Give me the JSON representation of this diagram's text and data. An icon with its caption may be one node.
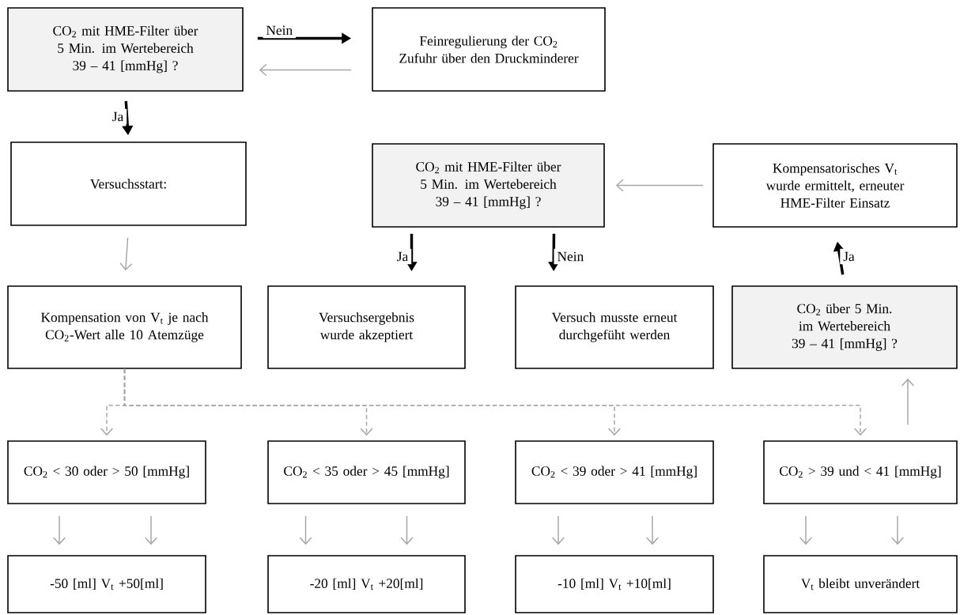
{
  "diagram": {
    "nodes": [
      {
        "text": [
          "CO$_{2}$ mit HME-Filter über 5 Min. im Wertebereich 39 – 41 [mmHg] ?"
        ]
      },
      {
        "text": [
          "Feinregulierung der CO$_{2}$ Zufuhr über den Druckminderer"
        ]
      },
      {
        "text": [
          "Versuchsstart:"
        ]
      },
      {
        "text": [
          "CO$_{2}$ mit HME-Filter über 5 Min. im Wertebereich 39 – 41 [mmHg] ?"
        ]
      },
      {
        "text": [
          "Kompensatorisches V$_{t}$ wurde ermittelt, erneuter HME-Filter Einsatz"
        ]
      },
      {
        "text": [
          "Kompensation von V$_{t}$ je nach CO$_{2}$-Wert alle 10 Atemzüge"
        ]
      },
      {
        "text": [
          "Versuchsergebnis wurde akzeptiert"
        ]
      },
      {
        "text": [
          "Versuch musste erneut durchgefüht werden"
        ]
      },
      {
        "text": [
          "CO$_{2}$ über 5 Min. im Wertebereich 39 – 41 [mmHg] ?"
        ]
      },
      {
        "text": [
          "CO$_{2}$ < 30 oder > 50 [mmHg]"
        ]
      },
      {
        "text": [
          "CO$_{2}$ < 35 oder > 45 [mmHg]"
        ]
      },
      {
        "text": [
          "CO$_{2}$ < 39 oder > 41 [mmHg]"
        ]
      },
      {
        "text": [
          "CO$_{2}$  > 39 und < 41 [mmHg]"
        ]
      },
      {
        "text": [
          "-50 [ml]  V$_{t}$  +50[ml]"
        ]
      },
      {
        "text": [
          "-20 [ml]  V$_{t}$  +20[ml]"
        ]
      },
      {
        "text": [
          "-10 [ml]  V$_{t}$  +10[ml]"
        ]
      },
      {
        "text": [
          "V$_{t}$ bleibt unverändert"
        ]
      }
    ],
    "edges": [
      {
        "from": 0,
        "to": 1,
        "arrow": "to",
        "label": "Nein",
        "style": "thick",
        "color": "#000000"
      },
      {
        "from": 1,
        "to": 0,
        "arrow": "to"
      },
      {
        "from": 0,
        "to": 2,
        "arrow": "to",
        "label": "Ja",
        "style": "thick",
        "color": "#000000"
      },
      {
        "from": 2,
        "to": 5,
        "arrow": "to"
      },
      {
        "from": 4,
        "to": 3,
        "arrow": "to"
      },
      {
        "from": 3,
        "to": 6,
        "arrow": "to",
        "label": "Ja",
        "style": "thick",
        "color": "#000000"
      },
      {
        "from": 3,
        "to": 7,
        "arrow": "to",
        "label": "Nein",
        "style": "thick",
        "color": "#000000"
      },
      {
        "from": 8,
        "to": 4,
        "arrow": "to",
        "label": "Ja",
        "style": "thick",
        "color": "#000000"
      },
      {
        "from": 5,
        "to": 9,
        "arrow": "to",
        "style": "dashed"
      },
      {
        "from": 5,
        "to": 10,
        "arrow": "to",
        "style": "dashed"
      },
      {
        "from": 5,
        "to": 11,
        "arrow": "to",
        "style": "dashed"
      },
      {
        "from": 5,
        "to": 12,
        "arrow": "to",
        "style": "dashed"
      },
      {
        "from": 12,
        "to": 8,
        "arrow": "to"
      },
      {
        "from": 9,
        "to": 13,
        "arrow": "to"
      },
      {
        "from": 9,
        "to": 13,
        "arrow": "to"
      },
      {
        "from": 10,
        "to": 14,
        "arrow": "to"
      },
      {
        "from": 10,
        "to": 14,
        "arrow": "to"
      },
      {
        "from": 11,
        "to": 15,
        "arrow": "to"
      },
      {
        "from": 11,
        "to": 15,
        "arrow": "to"
      },
      {
        "from": 12,
        "to": 16,
        "arrow": "to"
      },
      {
        "from": 12,
        "to": 16,
        "arrow": "to"
      }
    ]
  }
}
